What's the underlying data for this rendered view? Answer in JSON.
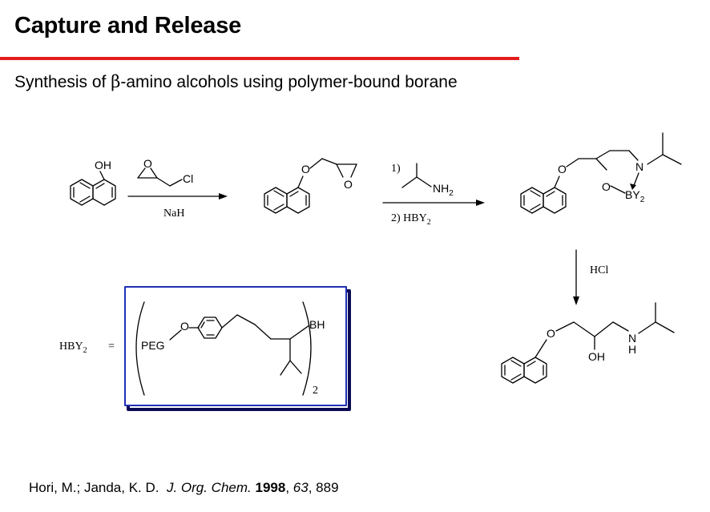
{
  "title": "Capture and Release",
  "subtitle": {
    "prefix": "Synthesis of ",
    "greek": "β",
    "rest": "-amino alcohols using polymer-bound borane"
  },
  "colors": {
    "rule": "#e21d1d",
    "box_border": "#1f2fb4",
    "box_shadow": "#0a0a55"
  },
  "scheme": {
    "atoms": {
      "oh": "OH",
      "cl": "Cl",
      "o": "O",
      "nh": "NH",
      "sub2": "2",
      "n": "N",
      "b": "B",
      "y": "Y",
      "bh": "BH",
      "h": "H",
      "peg": "PEG"
    },
    "conditions": {
      "step1_below": "NaH",
      "step2_line1": "1)",
      "step2_line2": "2) HBY",
      "step2_sub": "2",
      "step3": "HCl"
    },
    "reagent_label": "HBY",
    "reagent_sub": "2",
    "equals": "=",
    "polymer_sub": "2"
  },
  "reference": {
    "authors": "Hori, M.; Janda, K. D.",
    "journal": "J. Org. Chem.",
    "year": "1998",
    "volume": "63",
    "pages": "889"
  }
}
